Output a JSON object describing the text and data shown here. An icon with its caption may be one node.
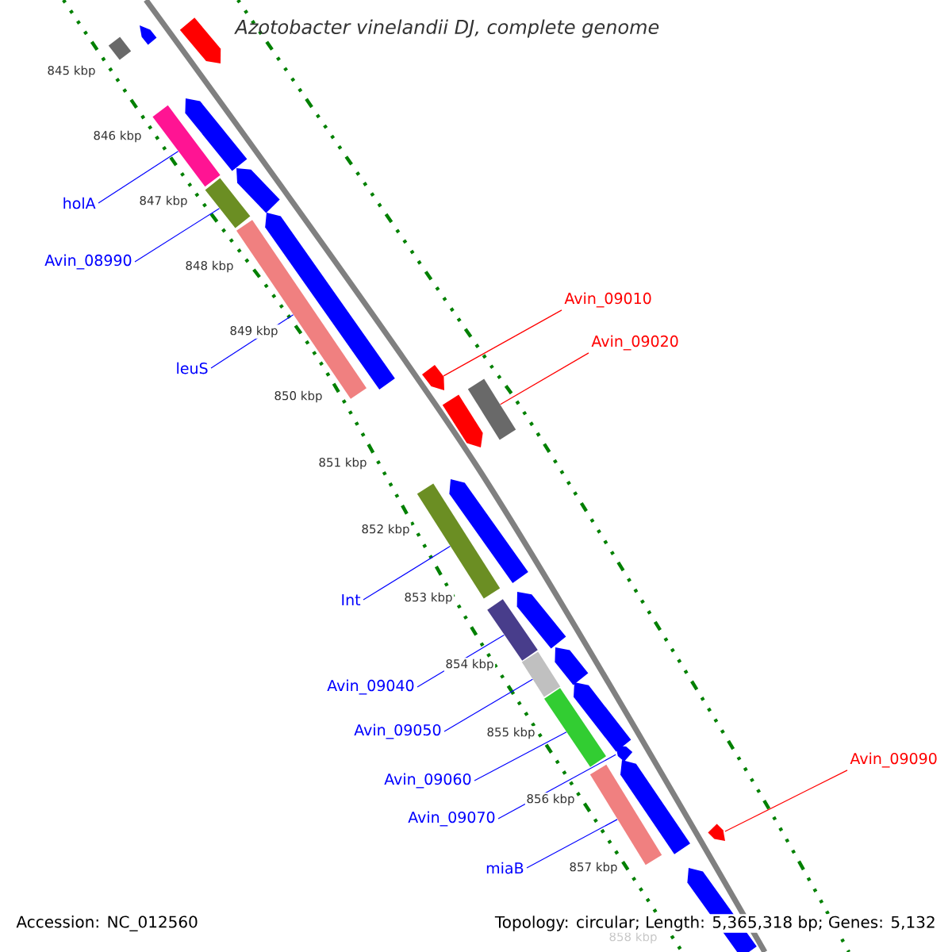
{
  "diagram": {
    "title": "Azotobacter vinelandii DJ, complete genome",
    "nodes": [
      {
        "text": [
          "holA"
        ]
      },
      {
        "text": [
          "Avin_08990"
        ]
      },
      {
        "text": [
          "Avin_09010"
        ]
      },
      {
        "text": [
          "Avin_09020"
        ]
      },
      {
        "text": [
          "leuS"
        ]
      },
      {
        "text": [
          "Int"
        ]
      },
      {
        "text": [
          "Avin_09040"
        ]
      },
      {
        "text": [
          "Avin_09050"
        ]
      },
      {
        "text": [
          "Avin_09090"
        ]
      },
      {
        "text": [
          "Avin_09060"
        ]
      },
      {
        "text": [
          "Avin_09070"
        ]
      },
      {
        "text": [
          "miaB"
        ]
      },
      {
        "text": [],
        "shape": "bar"
      },
      {
        "text": [],
        "shape": "bar"
      },
      {
        "text": [],
        "shape": "bar"
      },
      {
        "text": [],
        "shape": "bar"
      },
      {
        "text": [],
        "shape": "bar"
      },
      {
        "text": [],
        "shape": "bar"
      },
      {
        "text": [],
        "shape": "bar"
      },
      {
        "text": [],
        "shape": "bar"
      },
      {
        "text": [],
        "shape": "bar"
      },
      {
        "text": [],
        "shape": "bar"
      },
      {
        "text": [],
        "shape": "bar"
      },
      {
        "text": [],
        "shape": "bar"
      },
      {
        "text": [],
        "shape": "bar"
      }
    ],
    "edges": [
      {
        "from": 0,
        "to": 12,
        "arrow": "none"
      },
      {
        "from": 1,
        "to": 13,
        "arrow": "none"
      },
      {
        "from": 2,
        "to": 15,
        "arrow": "none",
        "color": "#ff0000"
      },
      {
        "from": 3,
        "to": 16,
        "arrow": "none",
        "color": "#ff0000"
      },
      {
        "from": 4,
        "to": 14,
        "arrow": "none"
      },
      {
        "from": 5,
        "to": 17,
        "arrow": "none"
      },
      {
        "from": 6,
        "to": 18,
        "arrow": "none"
      },
      {
        "from": 7,
        "to": 19,
        "arrow": "none"
      },
      {
        "from": 8,
        "to": 22,
        "arrow": "none",
        "color": "#ff0000"
      },
      {
        "from": 9,
        "to": 20,
        "arrow": "none"
      },
      {
        "from": 10,
        "to": 21,
        "arrow": "none"
      },
      {
        "from": 11,
        "to": 23,
        "arrow": "none"
      }
    ],
    "labels": [
      "845 kbp",
      "846 kbp",
      "847 kbp",
      "848 kbp",
      "849 kbp",
      "850 kbp",
      "851 kbp",
      "852 kbp",
      "853 kbp",
      "854 kbp",
      "855 kbp",
      "856 kbp",
      "857 kbp",
      "858 kbp",
      "Accession: NC_012560",
      "Topology: circular; Length: 5,365,318 bp; Genes: 5,132"
    ]
  }
}
